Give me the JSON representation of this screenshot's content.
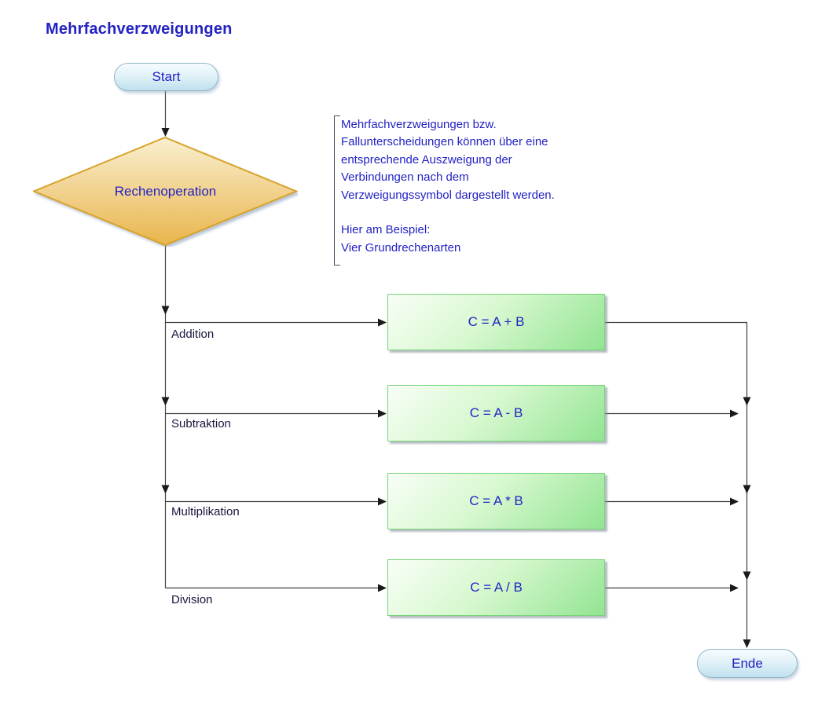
{
  "title": "Mehrfachverzweigungen",
  "flowchart": {
    "start_label": "Start",
    "decision_label": "Rechenoperation",
    "end_label": "Ende",
    "annotation_lines": [
      "Mehrfachverzweigungen bzw.",
      "Fallunterscheidungen können über eine",
      "entsprechende Auszweigung der",
      "Verbindungen nach dem",
      "Verzweigungssymbol dargestellt werden.",
      "",
      "Hier am Beispiel:",
      "Vier Grundrechenarten"
    ],
    "branches": [
      {
        "label": "Addition",
        "operation": "C = A + B"
      },
      {
        "label": "Subtraktion",
        "operation": "C = A - B"
      },
      {
        "label": "Multiplikation",
        "operation": "C = A * B"
      },
      {
        "label": "Division",
        "operation": "C = A / B"
      }
    ]
  },
  "colors": {
    "text_blue": "#2222c4",
    "branch_label_dark": "#15153d",
    "line": "#404040",
    "diamond_fill_top": "#f9efd0",
    "diamond_fill_bottom": "#e9b54c",
    "diamond_border": "#d9a32a",
    "box_fill_light": "#f8fef6",
    "box_fill_dark": "#92e492",
    "box_border": "#76d576",
    "pill_fill_top": "#f6fcfe",
    "pill_fill_bottom": "#bfe0ee",
    "pill_border": "#8fb5c6"
  }
}
